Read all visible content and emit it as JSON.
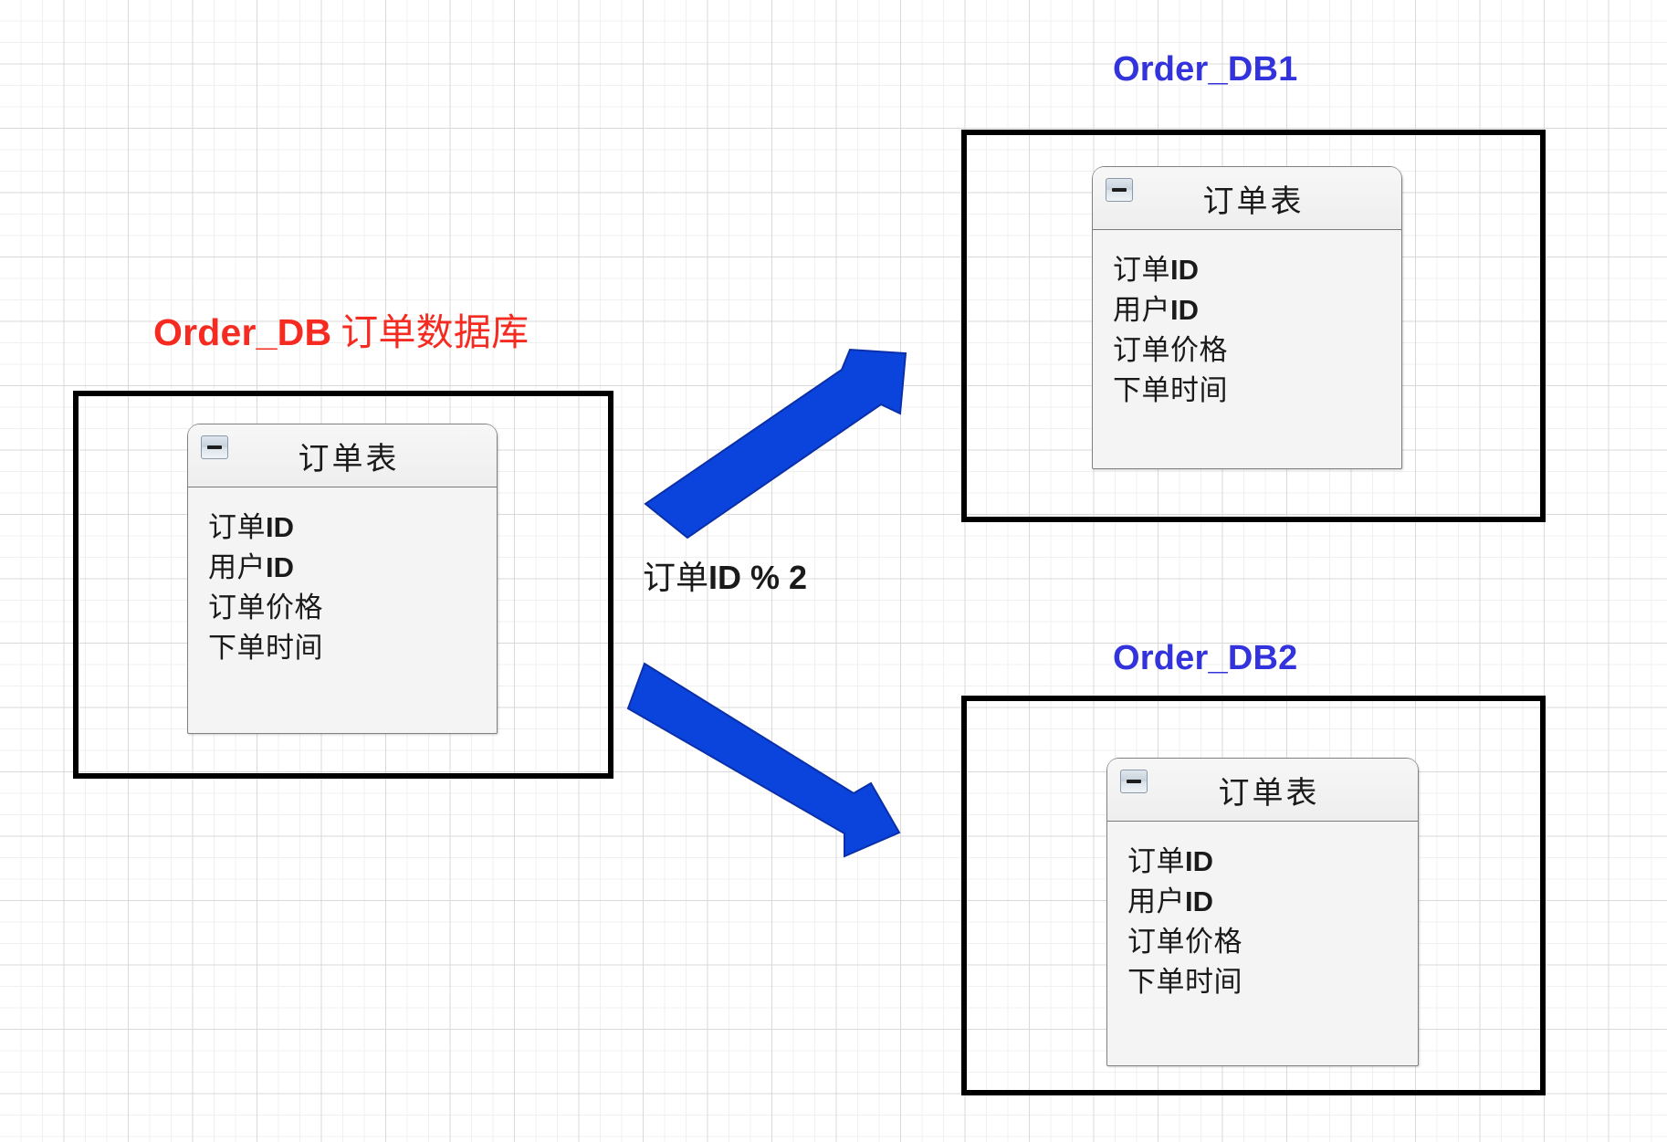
{
  "diagram": {
    "title_source": {
      "latin": "Order_DB",
      "cjk": "订单数据库",
      "color": "#f52b21"
    },
    "title_db1": "Order_DB1",
    "title_db2": "Order_DB2",
    "shard_rule": {
      "cjk": "订单",
      "latin": "ID % 2"
    },
    "accent_blue": "#3333dd",
    "arrow_blue": "#0b44dc",
    "table_card": {
      "title": "订单表",
      "collapse_icon": "minus-icon",
      "fields": [
        {
          "cjk": "订单",
          "latin": "ID"
        },
        {
          "cjk": "用户",
          "latin": "ID"
        },
        {
          "cjk": "订单价格",
          "latin": ""
        },
        {
          "cjk": "下单时间",
          "latin": ""
        }
      ]
    }
  }
}
